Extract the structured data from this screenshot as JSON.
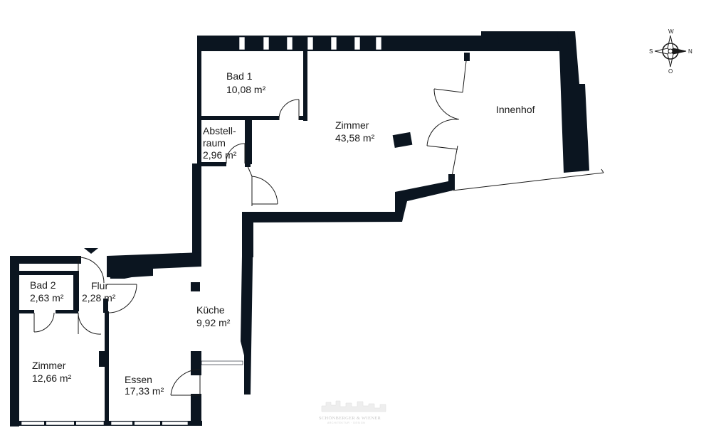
{
  "rooms": [
    {
      "id": "bad1",
      "name": "Bad 1",
      "area": "10,08 m²"
    },
    {
      "id": "abstellraum",
      "name_line1": "Abstell-",
      "name_line2": "raum",
      "area": "2,96 m²"
    },
    {
      "id": "zimmer-gross",
      "name": "Zimmer",
      "area": "43,58 m²"
    },
    {
      "id": "innenhof",
      "name": "Innenhof"
    },
    {
      "id": "bad2",
      "name": "Bad 2",
      "area": "2,63 m²"
    },
    {
      "id": "flur",
      "name": "Flur",
      "area": "2,28 m²"
    },
    {
      "id": "kueche",
      "name": "Küche",
      "area": "9,92 m²"
    },
    {
      "id": "zimmer-klein",
      "name": "Zimmer",
      "area": "12,66 m²"
    },
    {
      "id": "essen",
      "name": "Essen",
      "area": "17,33 m²"
    }
  ],
  "compass": {
    "north": "N",
    "south": "S",
    "west": "W",
    "east": "O"
  },
  "logo": {
    "line1": "SCHÖNBERGER & WIENER",
    "line2": "ARCHITEKTUR · DESIGN"
  },
  "colors": {
    "wall": "#0b1520",
    "line": "#1a1a1a",
    "window": "#ffffff"
  }
}
